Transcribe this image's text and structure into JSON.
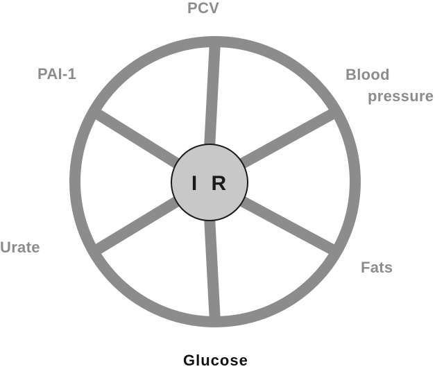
{
  "diagram": {
    "hub_label": "I R",
    "spokes": [
      {
        "id": "pcv",
        "label": "PCV"
      },
      {
        "id": "blood-pressure",
        "label_line1": "Blood",
        "label_line2": "pressure"
      },
      {
        "id": "fats",
        "label": "Fats"
      },
      {
        "id": "glucose",
        "label": "Glucose"
      },
      {
        "id": "urate",
        "label": "Urate"
      },
      {
        "id": "pai-1",
        "label": "PAI-1"
      }
    ],
    "colors": {
      "rim": "#8c8c8c",
      "spoke": "#8c8c8c",
      "hub_fill": "#c8c8c8",
      "hub_stroke": "#1a1a1a",
      "label": "#8c8c8c",
      "highlight_label": "#111111",
      "background": "#ffffff"
    }
  }
}
